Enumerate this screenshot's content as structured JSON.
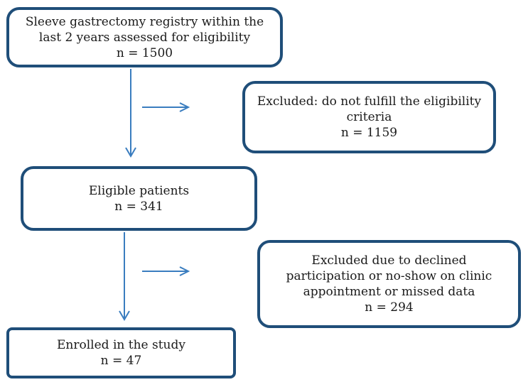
{
  "flowchart": {
    "registry": {
      "line1": "Sleeve gastrectomy registry within the",
      "line2": "last 2 years assessed for eligibility",
      "count": "n = 1500"
    },
    "excluded_eligibility": {
      "line1": "Excluded: do not fulfill the eligibility",
      "line2": "criteria",
      "count": "n = 1159"
    },
    "eligible": {
      "line1": "Eligible patients",
      "count": "n = 341"
    },
    "excluded_declined": {
      "line1": "Excluded due to declined",
      "line2": "participation or no-show on clinic",
      "line3": "appointment or missed data",
      "count": "n = 294"
    },
    "enrolled": {
      "line1": "Enrolled in the study",
      "count": "n = 47"
    }
  },
  "colors": {
    "box_border": "#1f4e79",
    "arrow": "#3a7dbf"
  }
}
